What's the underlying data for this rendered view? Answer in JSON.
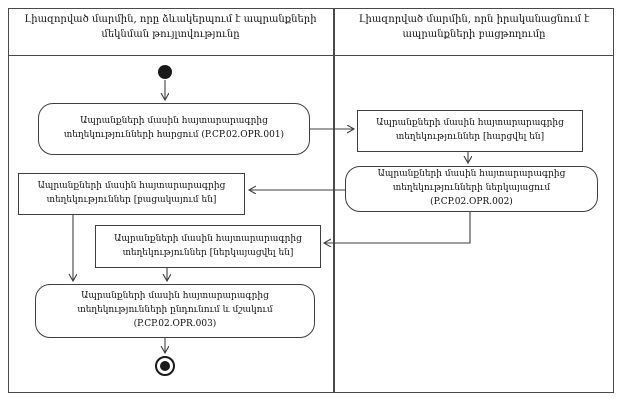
{
  "diagram": {
    "type": "uml-activity-swimlane",
    "lanes": [
      {
        "title": "Լիազորված մարմին, որը ձևակերպում է ապրանքների մեկնման թույլտվությունը"
      },
      {
        "title": "Լիազորված մարմին, որն իրականացնում է ապրանքների բացթողումը"
      }
    ],
    "nodes": {
      "start": {
        "type": "initial-node",
        "lane": 0
      },
      "action_query": {
        "type": "action",
        "lane": 0,
        "label": "Ապրանքների մասին հայտարարագրից տեղեկությունների հարցում (P.CP.02.OPR.001)"
      },
      "state_queried": {
        "type": "object-state",
        "lane": 1,
        "label": "Ապրանքների մասին հայտարարագրից տեղեկություններ [հարցվել են]"
      },
      "action_submit": {
        "type": "action",
        "lane": 1,
        "label": "Ապրանքների մասին հայտարարագրից տեղեկությունների ներկայացում (P.CP.02.OPR.002)"
      },
      "state_missing": {
        "type": "object-state",
        "lane": 0,
        "label": "Ապրանքների մասին հայտարարագրից տեղեկություններ [բացակայում են]"
      },
      "state_submitted": {
        "type": "object-state",
        "lane": 0,
        "label": "Ապրանքների մասին հայտարարագրից տեղեկություններ [ներկայացվել են]"
      },
      "action_process": {
        "type": "action",
        "lane": 0,
        "label": "Ապրանքների մասին հայտարարագրից տեղեկությունների ընդունում և մշակում (P.CP.02.OPR.003)"
      },
      "final": {
        "type": "activity-final-node",
        "lane": 0
      }
    },
    "edges": [
      {
        "from": "start",
        "to": "action_query"
      },
      {
        "from": "action_query",
        "to": "state_queried"
      },
      {
        "from": "state_queried",
        "to": "action_submit"
      },
      {
        "from": "action_submit",
        "to": "state_missing"
      },
      {
        "from": "action_submit",
        "to": "state_submitted"
      },
      {
        "from": "state_missing",
        "to": "action_process"
      },
      {
        "from": "state_submitted",
        "to": "action_process"
      },
      {
        "from": "action_process",
        "to": "final"
      }
    ]
  },
  "colors": {
    "line": "#3f3f3f",
    "frame": "#4a4a4a",
    "node_fill": "#ffffff",
    "node_start_end": "#1a1a1a",
    "background": "#ffffff",
    "text": "#111111"
  }
}
